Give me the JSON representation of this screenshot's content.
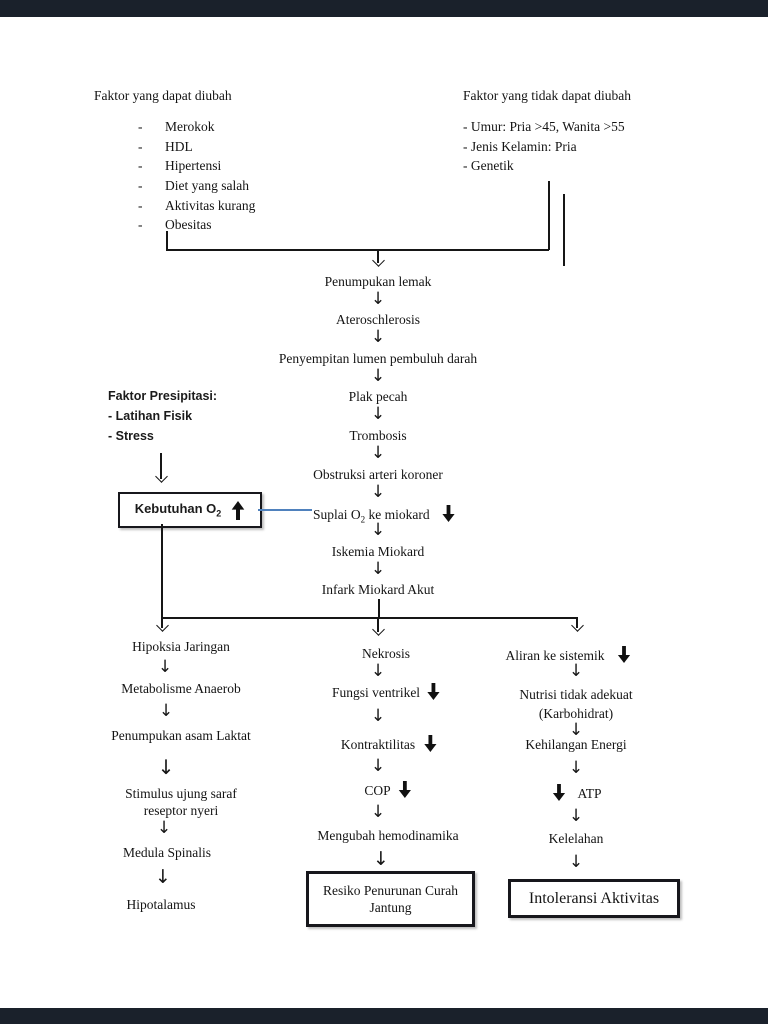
{
  "colors": {
    "ink": "#161616",
    "connector_blue": "#4f81bd",
    "viewer_bar": "#1a212b"
  },
  "icons": {
    "down_arrow": "↓"
  },
  "modifiable": {
    "title": "Faktor yang dapat diubah",
    "bullet": "-",
    "items": [
      "Merokok",
      "HDL",
      "Hipertensi",
      "Diet yang salah",
      "Aktivitas kurang",
      "Obesitas"
    ]
  },
  "nonmodifiable": {
    "title": "Faktor yang tidak dapat diubah",
    "items": [
      "- Umur: Pria >45, Wanita >55",
      "- Jenis Kelamin: Pria",
      "- Genetik"
    ]
  },
  "precipitating": {
    "title": "Faktor Presipitasi:",
    "items": [
      "- Latihan Fisik",
      "- Stress"
    ]
  },
  "kebutuhan": {
    "pre": "Kebutuhan O",
    "sub": "2"
  },
  "chain": {
    "penumpukan_lemak": "Penumpukan lemak",
    "ateroschlerosis": "Ateroschlerosis",
    "penyempitan": "Penyempitan lumen pembuluh darah",
    "plak_pecah": "Plak pecah",
    "trombosis": "Trombosis",
    "obstruksi": "Obstruksi arteri koroner",
    "suplai_pre": "Suplai O",
    "suplai_sub": "2",
    "suplai_post": " ke miokard",
    "iskemia": "Iskemia Miokard",
    "infark": "Infark Miokard Akut"
  },
  "left_branch": {
    "hipoksia": "Hipoksia Jaringan",
    "metabolisme": "Metabolisme Anaerob",
    "asam_laktat": "Penumpukan asam Laktat",
    "stimulus_line1": "Stimulus ujung saraf",
    "stimulus_line2": "reseptor nyeri",
    "medula": "Medula Spinalis",
    "hipotalamus": "Hipotalamus"
  },
  "mid_branch": {
    "nekrosis": "Nekrosis",
    "fungsi": "Fungsi ventrikel",
    "kontraktilitas": "Kontraktilitas",
    "cop": "COP",
    "hemodinamika": "Mengubah hemodinamika",
    "box_line1": "Resiko Penurunan Curah",
    "box_line2": "Jantung"
  },
  "right_branch": {
    "aliran": "Aliran ke sistemik",
    "nutrisi_line1": "Nutrisi tidak adekuat",
    "nutrisi_line2": "(Karbohidrat)",
    "kehilangan": "Kehilangan Energi",
    "atp": "ATP",
    "kelelahan": "Kelelahan",
    "box": "Intoleransi Aktivitas"
  }
}
